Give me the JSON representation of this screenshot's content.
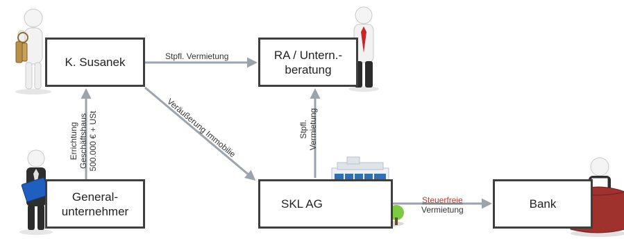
{
  "nodes": {
    "susanek": "K. Susanek",
    "ra": "RA / Untern.-\nberatung",
    "general": "General-\nunternehmer",
    "skl": "SKL AG",
    "bank": "Bank"
  },
  "edges": {
    "susanek_ra": "Stpfl. Vermietung",
    "susanek_skl": "Veräußerung Immobilie",
    "general_susanek": "Errichtung\nGeschäftshaus\n500.000 € + USt",
    "skl_ra": "Stpfl.\nVermietung",
    "skl_bank_red": "Steuerfreie",
    "skl_bank_black": "Vermietung"
  },
  "colors": {
    "arrow": "#9ba3ab",
    "box_border": "#3f3f3f",
    "highlight": "#c0392b"
  },
  "icons": [
    "figure-with-keys-icon",
    "figure-red-tie-icon",
    "figure-with-folder-icon",
    "office-building-icon",
    "figure-at-desk-icon"
  ]
}
